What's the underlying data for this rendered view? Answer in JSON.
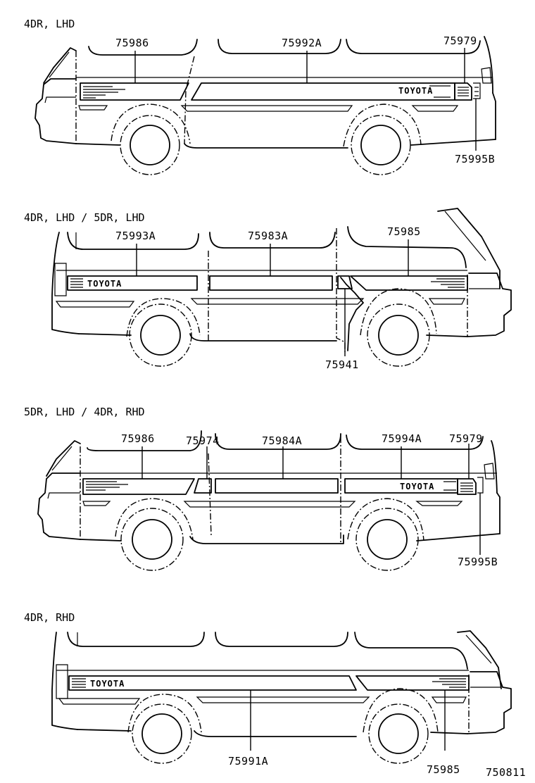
{
  "drawing_id": "750811",
  "panels": [
    {
      "header": "4DR, LHD",
      "parts": [
        "75986",
        "75992A",
        "75979",
        "75995B"
      ],
      "emblem": "TOYOTA"
    },
    {
      "header": "4DR, LHD / 5DR, LHD",
      "parts": [
        "75993A",
        "75983A",
        "75985",
        "75941"
      ],
      "emblem": "TOYOTA"
    },
    {
      "header": "5DR, LHD / 4DR, RHD",
      "parts": [
        "75986",
        "75974",
        "75984A",
        "75994A",
        "75979",
        "75995B"
      ],
      "emblem": "TOYOTA"
    },
    {
      "header": "4DR, RHD",
      "parts": [
        "75991A",
        "75985"
      ],
      "emblem": "TOYOTA"
    }
  ]
}
